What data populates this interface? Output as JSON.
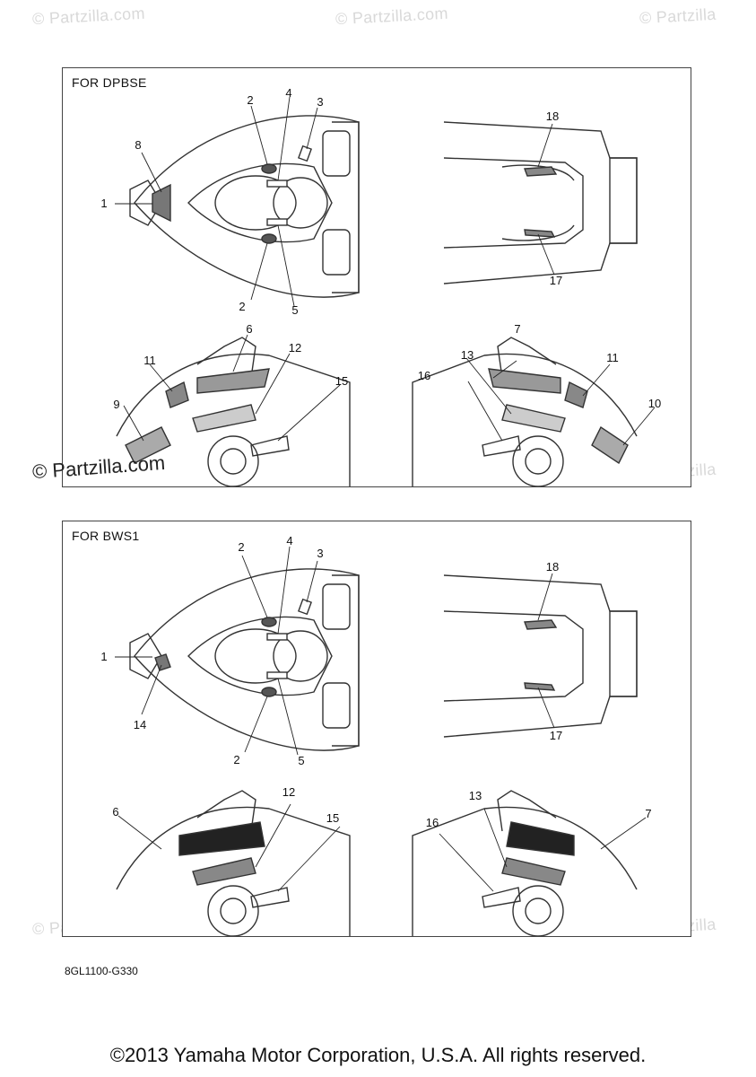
{
  "watermarks": {
    "text": "© Partzilla.com",
    "big": "© Partzilla.com",
    "text_r": "© Partzilla"
  },
  "panels": [
    {
      "title": "FOR DPBSE",
      "callouts_top_left": [
        "1",
        "2",
        "2",
        "3",
        "4",
        "5",
        "8"
      ],
      "callouts_top_right": [
        "17",
        "18"
      ],
      "callouts_bottom_left": [
        "6",
        "9",
        "11",
        "12",
        "15"
      ],
      "callouts_bottom_right": [
        "7",
        "10",
        "11",
        "13",
        "16"
      ]
    },
    {
      "title": "FOR BWS1",
      "callouts_top_left": [
        "1",
        "2",
        "2",
        "3",
        "4",
        "5",
        "14"
      ],
      "callouts_top_right": [
        "17",
        "18"
      ],
      "callouts_bottom_left": [
        "6",
        "12",
        "15"
      ],
      "callouts_bottom_right": [
        "7",
        "13",
        "16"
      ]
    }
  ],
  "reference_code": "8GL1100-G330",
  "copyright": "©2013 Yamaha Motor Corporation, U.S.A. All rights reserved."
}
